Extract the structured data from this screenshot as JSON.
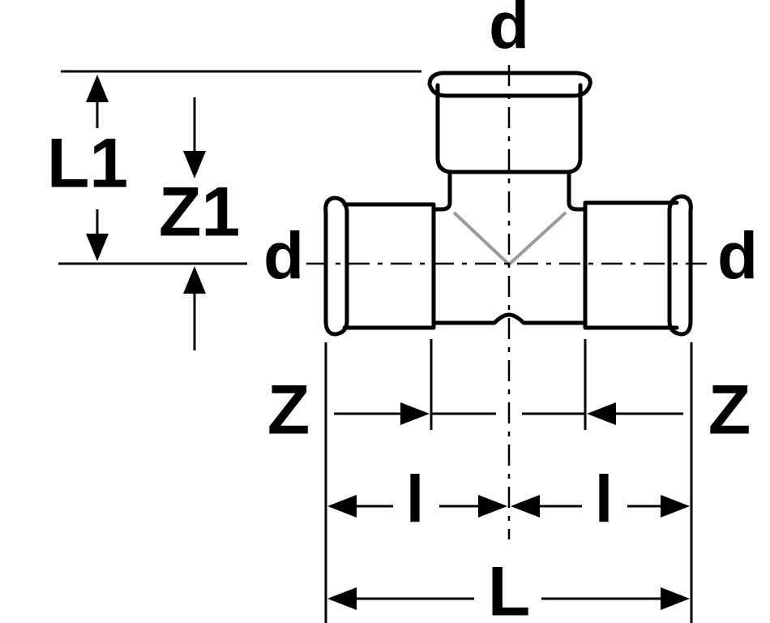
{
  "diagram": {
    "labels": {
      "top_d": "d",
      "left_d": "d",
      "right_d": "d",
      "L1": "L1",
      "Z1": "Z1",
      "Z_left": "Z",
      "Z_right": "Z",
      "l_left": "l",
      "l_right": "l",
      "L": "L"
    }
  }
}
